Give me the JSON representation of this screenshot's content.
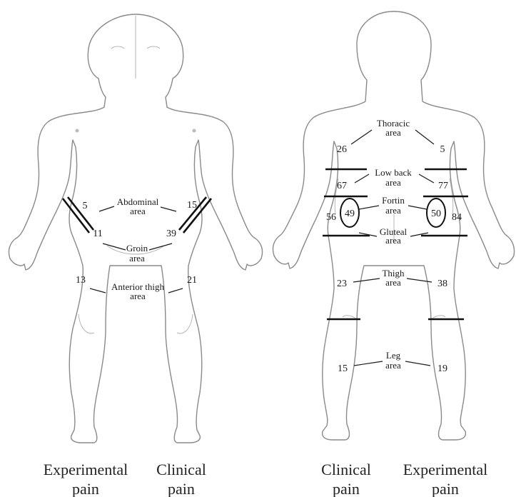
{
  "front": {
    "labels": {
      "abdominal": [
        "Abdominal",
        "area"
      ],
      "groin": [
        "Groin",
        "area"
      ],
      "anterior_thigh": [
        "Anterior thigh",
        "area"
      ]
    },
    "values": {
      "abdominal_left": "5",
      "abdominal_right": "15",
      "groin_left": "11",
      "groin_right": "39",
      "thigh_left": "13",
      "thigh_right": "21"
    },
    "captions": {
      "left": [
        "Experimental",
        "pain"
      ],
      "right": [
        "Clinical",
        "pain"
      ]
    }
  },
  "back": {
    "labels": {
      "thoracic": [
        "Thoracic",
        "area"
      ],
      "low_back": [
        "Low back",
        "area"
      ],
      "fortin": [
        "Fortin",
        "area"
      ],
      "gluteal": [
        "Gluteal",
        "area"
      ],
      "thigh": [
        "Thigh",
        "area"
      ],
      "leg": [
        "Leg",
        "area"
      ]
    },
    "values": {
      "thoracic_left": "26",
      "thoracic_right": "5",
      "low_back_left": "67",
      "low_back_right": "77",
      "fortin_left": "49",
      "fortin_right": "50",
      "gluteal_left": "56",
      "gluteal_right": "84",
      "thigh_left": "23",
      "thigh_right": "38",
      "leg_left": "15",
      "leg_right": "19"
    },
    "captions": {
      "left": [
        "Clinical",
        "pain"
      ],
      "right": [
        "Experimental",
        "pain"
      ]
    }
  }
}
